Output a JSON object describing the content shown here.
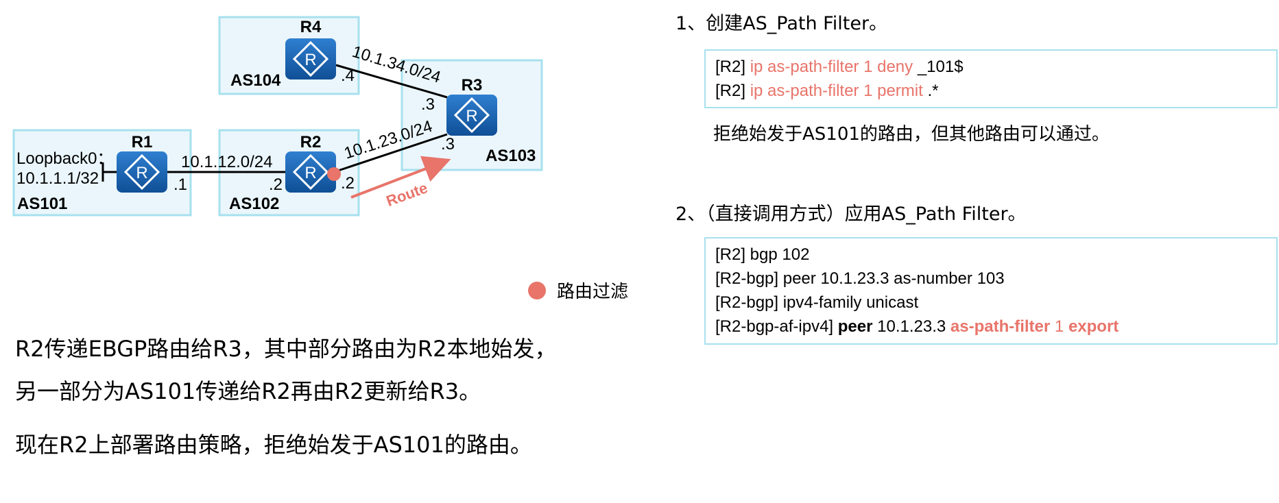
{
  "colors": {
    "accent_red": "#e8746a",
    "box_border": "#a7e0ee",
    "box_fill": "#eaf6fb",
    "router_blue": "#1a5fa8"
  },
  "diagram": {
    "routers": [
      {
        "id": "r1",
        "label": "R1"
      },
      {
        "id": "r2",
        "label": "R2"
      },
      {
        "id": "r3",
        "label": "R3"
      },
      {
        "id": "r4",
        "label": "R4"
      }
    ],
    "as_labels": [
      "AS101",
      "AS102",
      "AS103",
      "AS104"
    ],
    "links": {
      "r1_r2_subnet": "10.1.12.0/24",
      "r2_r3_subnet": "10.1.23.0/24",
      "r3_r4_subnet": "10.1.34.0/24"
    },
    "interface_ids": {
      "r1_to_r2": ".1",
      "r2_to_r1": ".2",
      "r2_to_r3": ".2",
      "r3_to_r2": ".3",
      "r3_to_r4": ".3",
      "r4_to_r3": ".4"
    },
    "loopback_name": "Loopback0：",
    "loopback_addr": "10.1.1.1/32",
    "route_label": "Route",
    "router_glyph": "R",
    "legend_label": "路由过滤"
  },
  "description": {
    "line1": "R2传递EBGP路由给R3，其中部分路由为R2本地始发，",
    "line2": "另一部分为AS101传递给R2再由R2更新给R3。",
    "line3": "现在R2上部署路由策略，拒绝始发于AS101的路由。"
  },
  "step1": {
    "title": "1、创建AS_Path Filter。",
    "code": [
      {
        "prefix": "[R2] ",
        "cmd": "ip as-path-filter 1 deny",
        "arg": " _101$"
      },
      {
        "prefix": "[R2] ",
        "cmd": "ip as-path-filter 1 permit",
        "arg": " .*"
      }
    ],
    "note": "拒绝始发于AS101的路由，但其他路由可以通过。"
  },
  "step2": {
    "title": "2、（直接调用方式）应用AS_Path Filter。",
    "code": [
      "[R2] bgp 102",
      "[R2-bgp] peer 10.1.23.3 as-number 103",
      "[R2-bgp] ipv4-family unicast"
    ],
    "last_line": {
      "prefix": "[R2-bgp-af-ipv4] ",
      "peer": "peer",
      "addr": " 10.1.23.3 ",
      "filter": "as-path-filter",
      "num": " 1 ",
      "dir": "export"
    }
  }
}
